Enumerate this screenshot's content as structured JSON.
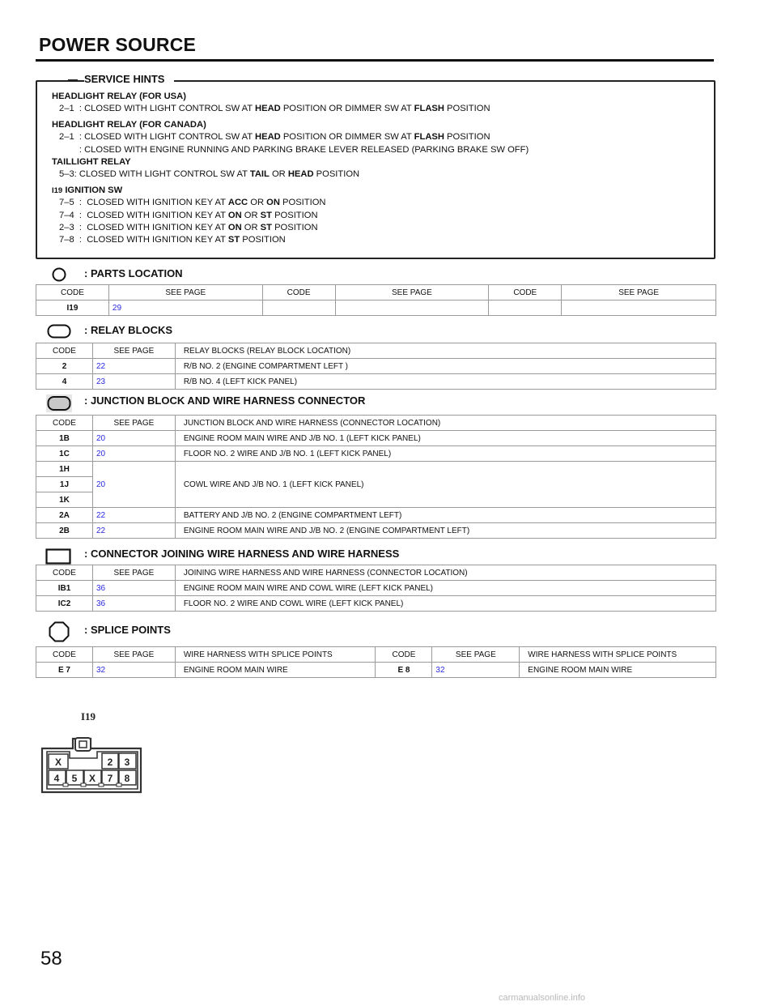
{
  "page": {
    "title": "POWER SOURCE",
    "page_number": "58",
    "watermark": "carmanualsonline.info"
  },
  "service_hints": {
    "label": "SERVICE HINTS",
    "headlight_usa": {
      "heading": "HEADLIGHT RELAY (FOR USA)",
      "line1": [
        "2–1  : CLOSED WITH LIGHT CONTROL SW AT ",
        "HEAD",
        " POSITION OR DIMMER SW AT ",
        "FLASH",
        " POSITION"
      ]
    },
    "headlight_canada": {
      "heading": "HEADLIGHT RELAY (FOR CANADA)",
      "line1": [
        "2–1  : CLOSED WITH LIGHT CONTROL SW AT ",
        "HEAD",
        " POSITION OR DIMMER SW AT ",
        "FLASH",
        " POSITION"
      ],
      "line2": "        : CLOSED WITH ENGINE RUNNING AND PARKING BRAKE LEVER RELEASED (PARKING BRAKE SW OFF)"
    },
    "taillight": {
      "heading": "TAILLIGHT RELAY",
      "line1": [
        "5–3: CLOSED WITH LIGHT CONTROL SW AT ",
        "TAIL",
        " OR ",
        "HEAD",
        " POSITION"
      ]
    },
    "ignition": {
      "code": "I19",
      "heading": " IGNITION SW",
      "lines": [
        [
          "7–5  :  CLOSED WITH IGNITION KEY AT ",
          "ACC",
          " OR ",
          "ON",
          " POSITION"
        ],
        [
          "7–4  :  CLOSED WITH IGNITION KEY AT ",
          "ON",
          " OR ",
          "ST",
          " POSITION"
        ],
        [
          "2–3  :  CLOSED WITH IGNITION KEY AT ",
          "ON",
          " OR ",
          "ST",
          " POSITION"
        ],
        [
          "7–8  :  CLOSED WITH IGNITION KEY AT ",
          "ST",
          " POSITION",
          "",
          ""
        ]
      ]
    }
  },
  "parts_location": {
    "title": ": PARTS LOCATION",
    "headers": [
      "CODE",
      "SEE PAGE",
      "CODE",
      "SEE PAGE",
      "CODE",
      "SEE PAGE"
    ],
    "rows": [
      [
        "I19",
        "29",
        "",
        "",
        "",
        ""
      ]
    ]
  },
  "relay_blocks": {
    "title": ": RELAY BLOCKS",
    "headers": [
      "CODE",
      "SEE PAGE",
      "RELAY BLOCKS (RELAY BLOCK LOCATION)"
    ],
    "rows": [
      [
        "2",
        "22",
        "R/B NO. 2 (ENGINE COMPARTMENT LEFT )"
      ],
      [
        "4",
        "23",
        "R/B NO. 4 (LEFT KICK PANEL)"
      ]
    ]
  },
  "junction_blocks": {
    "title": ": JUNCTION BLOCK AND WIRE HARNESS CONNECTOR",
    "headers": [
      "CODE",
      "SEE PAGE",
      "JUNCTION BLOCK AND WIRE HARNESS (CONNECTOR LOCATION)"
    ],
    "rows": [
      [
        "1B",
        "20",
        "ENGINE ROOM MAIN WIRE AND J/B NO. 1 (LEFT KICK PANEL)"
      ],
      [
        "1C",
        "20",
        "FLOOR NO. 2 WIRE AND J/B NO. 1 (LEFT KICK PANEL)"
      ],
      [
        "1H",
        "20",
        "COWL WIRE AND J/B NO. 1 (LEFT KICK PANEL)"
      ],
      [
        "1J",
        "",
        ""
      ],
      [
        "1K",
        "",
        ""
      ],
      [
        "2A",
        "22",
        "BATTERY AND J/B NO. 2 (ENGINE COMPARTMENT LEFT)"
      ],
      [
        "2B",
        "22",
        "ENGINE ROOM MAIN WIRE AND J/B NO. 2 (ENGINE COMPARTMENT LEFT)"
      ]
    ]
  },
  "connector_joining": {
    "title": ": CONNECTOR JOINING WIRE HARNESS AND WIRE HARNESS",
    "headers": [
      "CODE",
      "SEE PAGE",
      "JOINING WIRE HARNESS AND WIRE HARNESS (CONNECTOR LOCATION)"
    ],
    "rows": [
      [
        "IB1",
        "36",
        "ENGINE ROOM MAIN WIRE AND COWL WIRE (LEFT KICK PANEL)"
      ],
      [
        "IC2",
        "36",
        "FLOOR NO. 2 WIRE AND COWL WIRE (LEFT KICK PANEL)"
      ]
    ]
  },
  "splice_points": {
    "title": ": SPLICE POINTS",
    "headers": [
      "CODE",
      "SEE PAGE",
      "WIRE HARNESS WITH SPLICE POINTS",
      "CODE",
      "SEE PAGE",
      "WIRE HARNESS WITH SPLICE POINTS"
    ],
    "rows": [
      [
        "E 7",
        "32",
        "ENGINE ROOM MAIN WIRE",
        "E 8",
        "32",
        "ENGINE ROOM MAIN WIRE"
      ]
    ]
  },
  "connector_diagram": {
    "label": "I19",
    "top_row": [
      "X",
      "2",
      "3"
    ],
    "bottom_row": [
      "4",
      "5",
      "X",
      "7",
      "8"
    ]
  },
  "colors": {
    "link": "#2a2ae0",
    "border": "#9a9a9a",
    "text": "#111111"
  }
}
